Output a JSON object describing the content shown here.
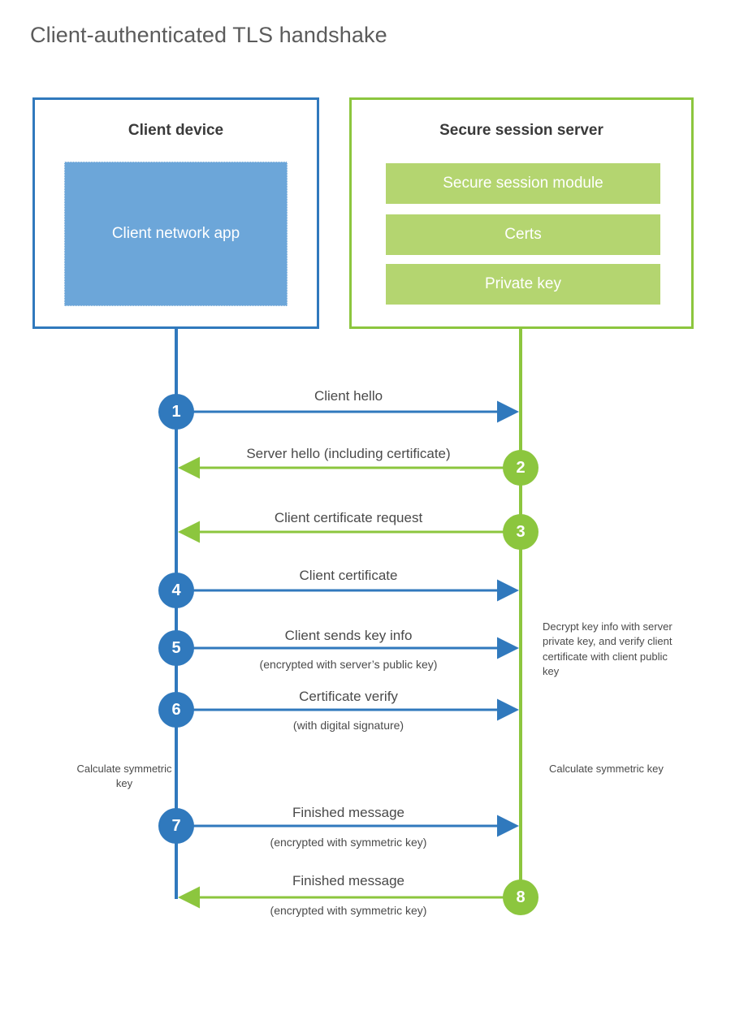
{
  "title": "Client-authenticated TLS handshake",
  "colors": {
    "client_blue": "#3079bd",
    "client_app_fill": "#6ca6d9",
    "server_green": "#8cc63e",
    "server_bar_fill": "#b4d570",
    "text_gray": "#4a4a4a",
    "title_gray": "#5b5b5b"
  },
  "client": {
    "title": "Client device",
    "app_label": "Client network app"
  },
  "server": {
    "title": "Secure session server",
    "modules": [
      "Secure session module",
      "Certs",
      "Private key"
    ]
  },
  "steps": [
    {
      "number": "1",
      "label": "Client hello",
      "sub": "",
      "direction": "client-to-server",
      "side": "client"
    },
    {
      "number": "2",
      "label": "Server hello (including certificate)",
      "sub": "",
      "direction": "server-to-client",
      "side": "server"
    },
    {
      "number": "3",
      "label": "Client certificate request",
      "sub": "",
      "direction": "server-to-client",
      "side": "server"
    },
    {
      "number": "4",
      "label": "Client certificate",
      "sub": "",
      "direction": "client-to-server",
      "side": "client"
    },
    {
      "number": "5",
      "label": "Client sends key info",
      "sub": "(encrypted with server’s public key)",
      "direction": "client-to-server",
      "side": "client"
    },
    {
      "number": "6",
      "label": "Certificate verify",
      "sub": "(with digital signature)",
      "direction": "client-to-server",
      "side": "client"
    },
    {
      "number": "7",
      "label": "Finished message",
      "sub": "(encrypted with symmetric key)",
      "direction": "client-to-server",
      "side": "client"
    },
    {
      "number": "8",
      "label": "Finished message",
      "sub": "(encrypted with symmetric key)",
      "direction": "server-to-client",
      "side": "server"
    }
  ],
  "annotations": {
    "server_decrypt": "Decrypt key info with server private key, and verify client certificate with client public key",
    "client_calculate": "Calculate symmetric key",
    "server_calculate": "Calculate symmetric key"
  }
}
